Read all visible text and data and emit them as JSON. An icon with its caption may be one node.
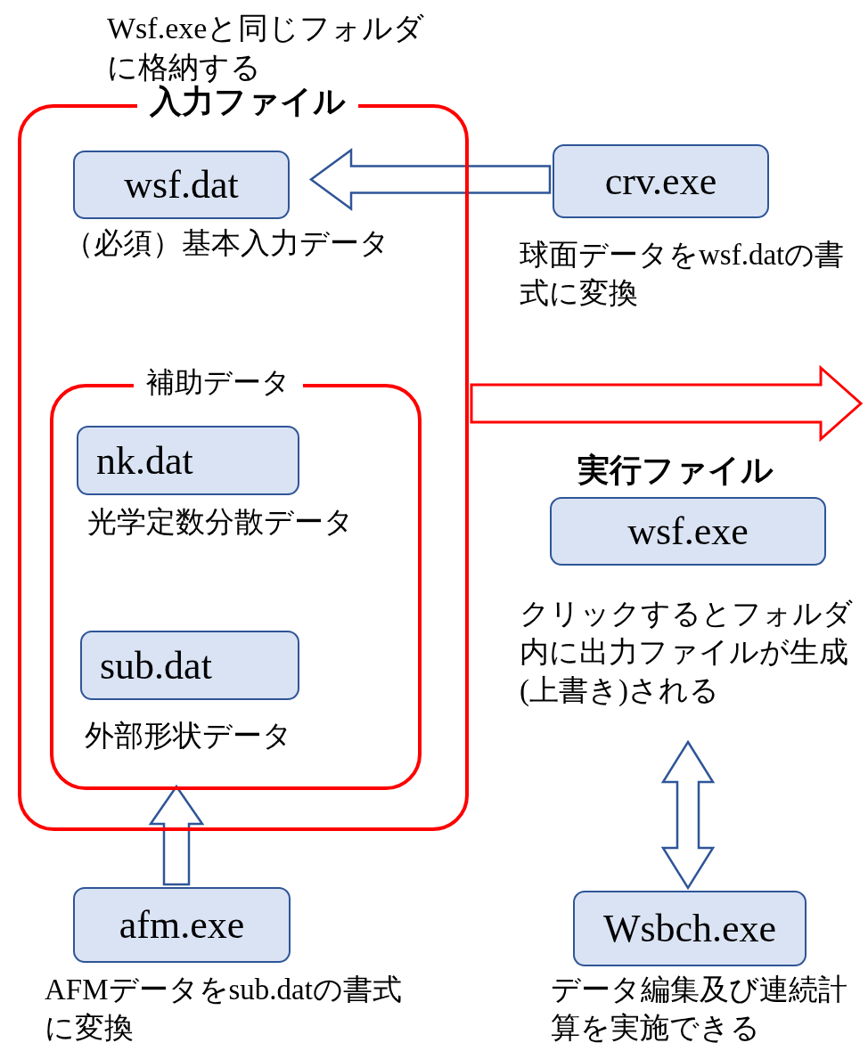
{
  "diagram": {
    "nodes": [
      {
        "text": [
          "入力ファイル"
        ],
        "beside": [
          "Wsf.exeと同じフォルダに格納する"
        ]
      },
      {
        "text": [
          "wsf.dat"
        ],
        "in": 0,
        "beside": [
          "（必須）基本入力データ"
        ]
      },
      {
        "text": [
          "crv.exe"
        ],
        "beside": [
          "球面データをwsf.datの書式に変換"
        ]
      },
      {
        "text": [
          "補助データ"
        ],
        "in": 0
      },
      {
        "text": [
          "nk.dat"
        ],
        "in": 3,
        "beside": [
          "光学定数分散データ"
        ]
      },
      {
        "text": [
          "sub.dat"
        ],
        "in": 3,
        "beside": [
          "外部形状データ"
        ]
      },
      {
        "text": [
          "afm.exe"
        ],
        "beside": [
          "AFMデータをsub.datの書式に変換"
        ]
      },
      {
        "text": [
          "wsf.exe"
        ],
        "beside": [
          "実行ファイル",
          "クリックするとフォルダ内に出力ファイルが生成(上書き)される"
        ]
      },
      {
        "text": [
          "Wsbch.exe"
        ],
        "beside": [
          "データ編集及び連続計算を実施できる"
        ]
      }
    ],
    "edges": [
      {
        "from": 2,
        "to": 1,
        "arrow": "to"
      },
      {
        "from": 6,
        "to": 3,
        "arrow": "to"
      },
      {
        "from": 7,
        "to": 8,
        "arrow": "both"
      },
      {
        "from": 0,
        "to": null,
        "arrow": "to",
        "color": "#ff0000"
      }
    ]
  }
}
